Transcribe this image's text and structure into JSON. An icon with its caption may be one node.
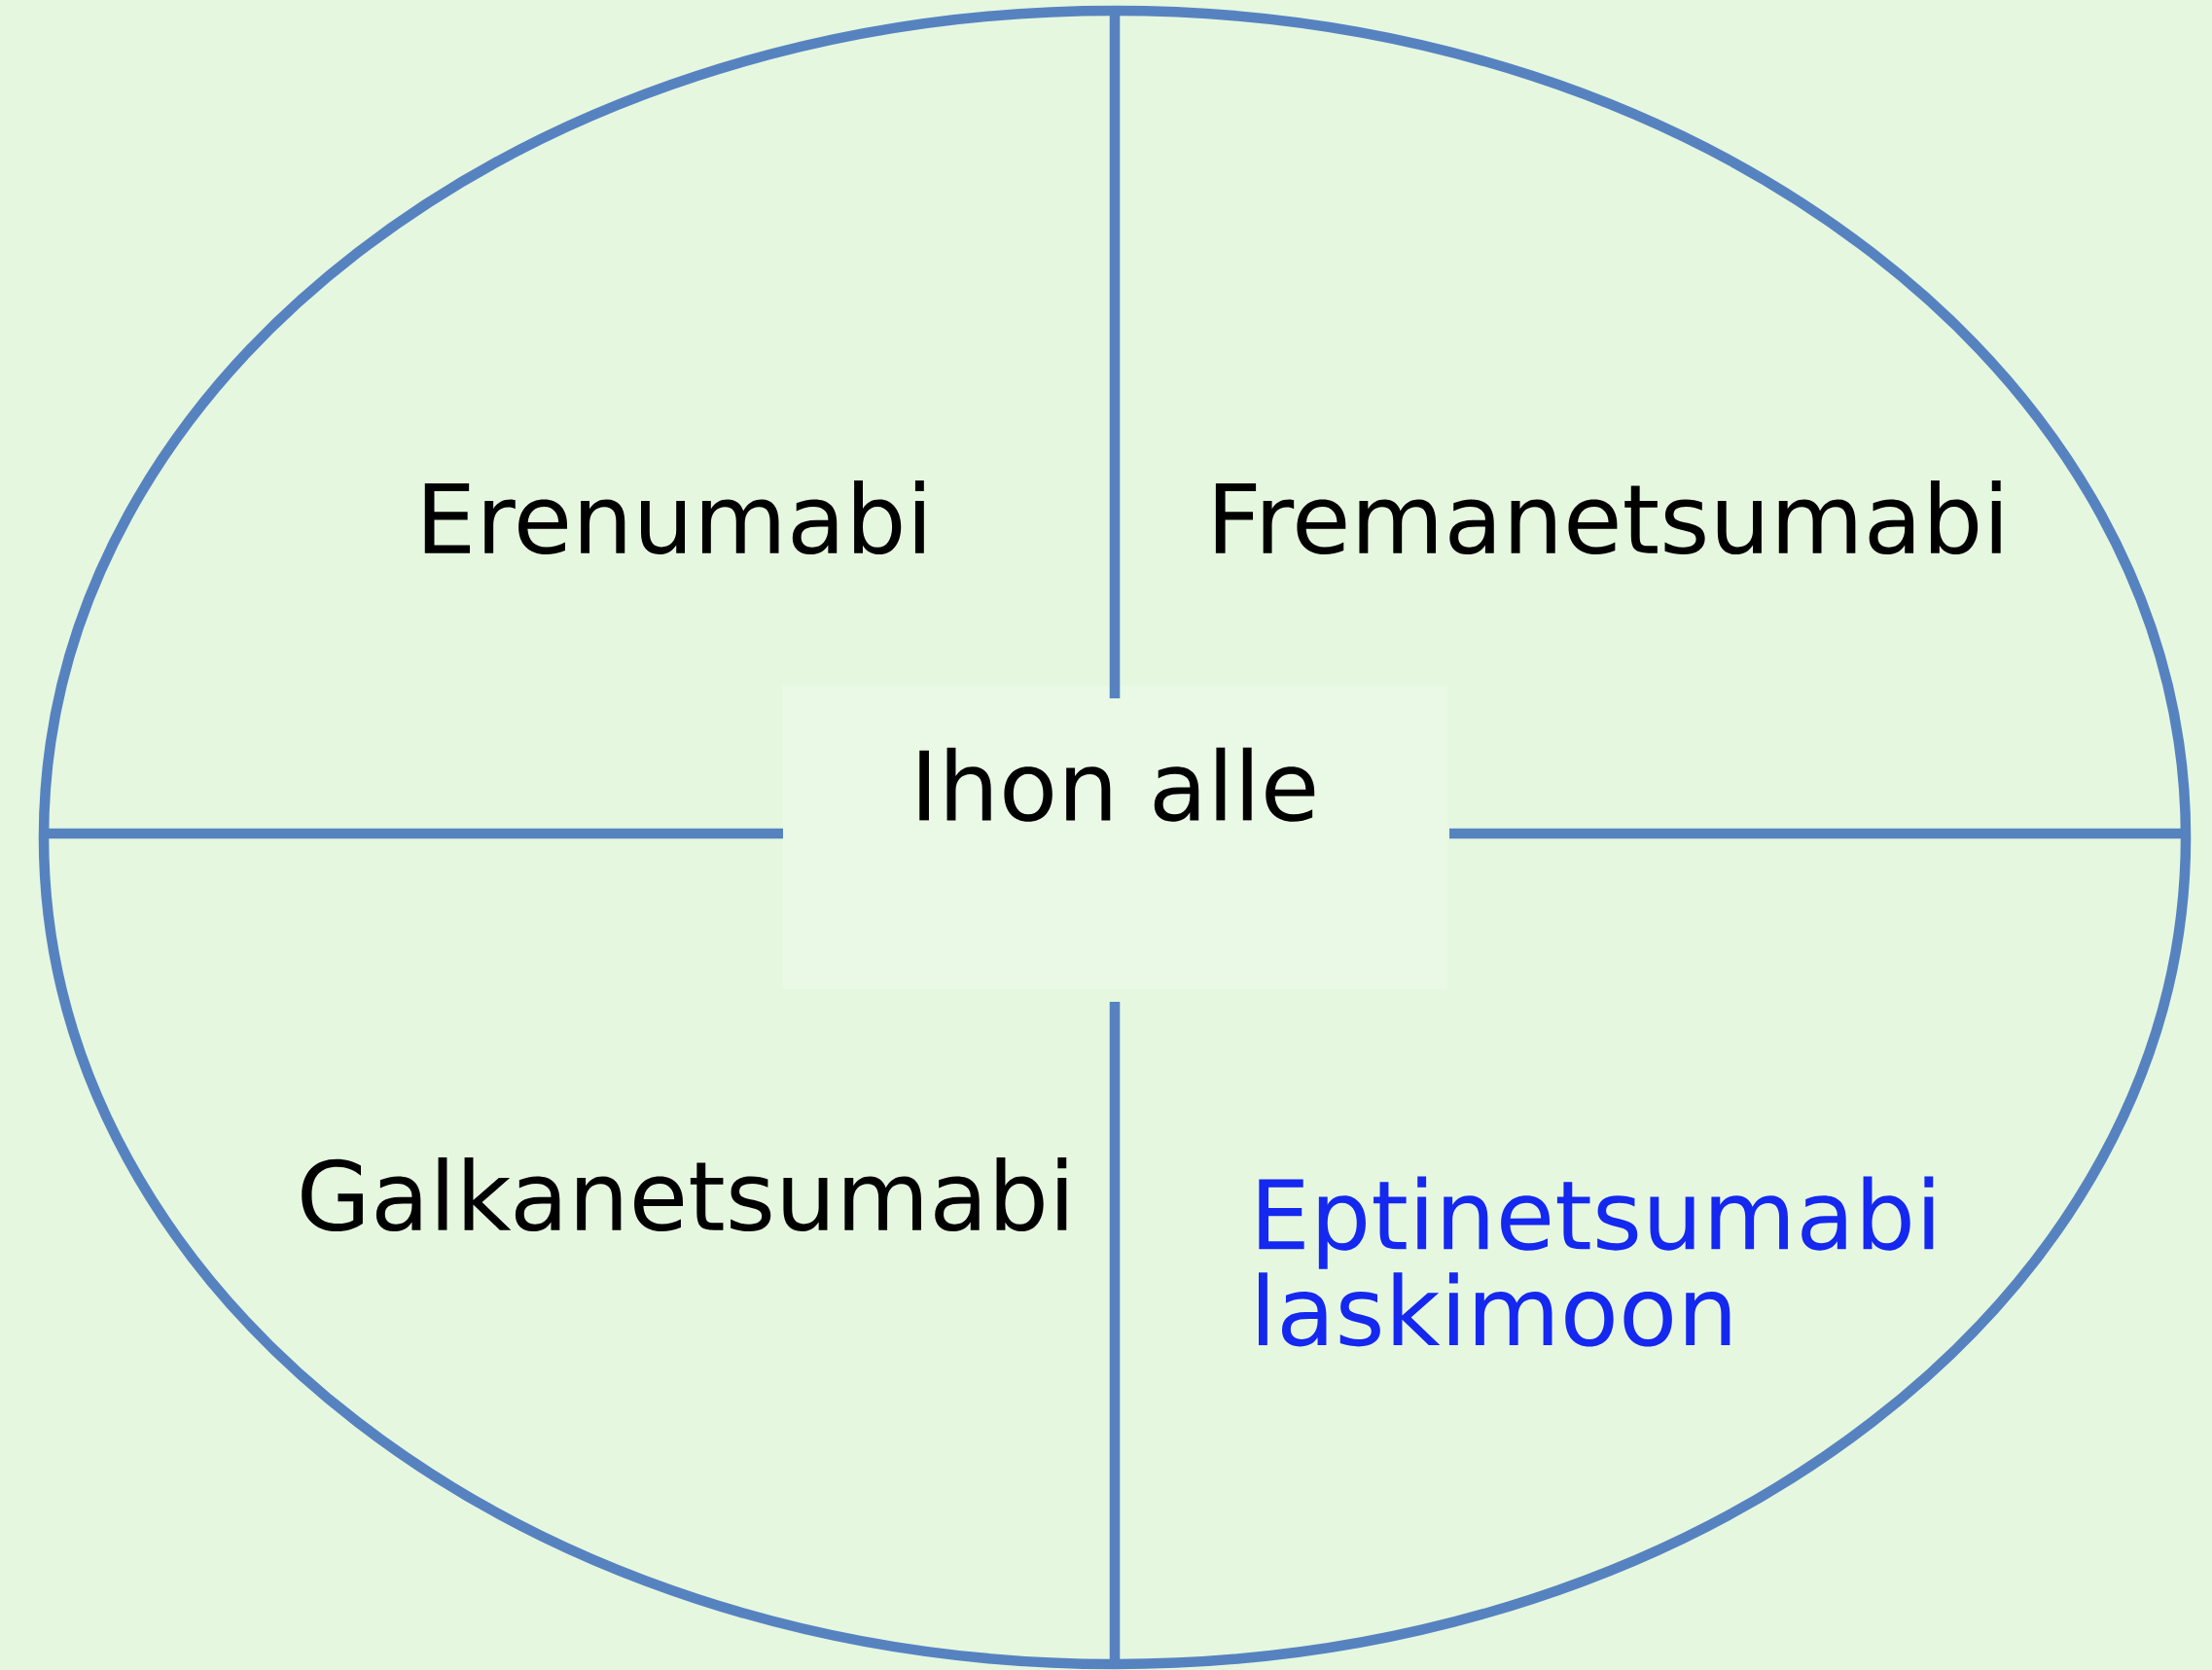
{
  "diagram": {
    "nodes": [
      {
        "text": [],
        "shape": "ellipse"
      },
      {
        "text": [
          "Ihon alle"
        ],
        "in": 0
      }
    ],
    "labels": [
      "Erenumabi",
      "Fremanetsumabi",
      "Galkanetsumabi",
      "Eptinetsumabi laskimoon"
    ]
  }
}
